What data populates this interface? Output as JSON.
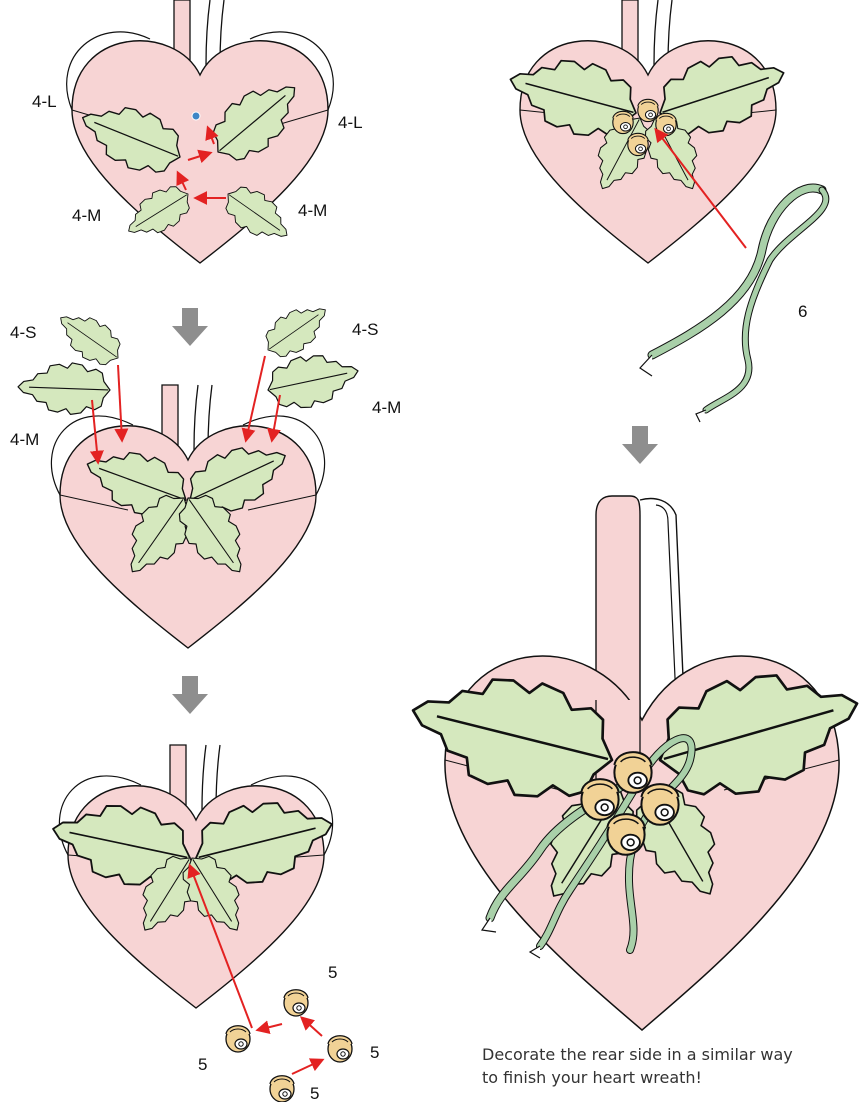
{
  "labels": {
    "step1": {
      "large_left": "4-L",
      "large_right": "4-L",
      "medium_left": "4-M",
      "medium_right": "4-M"
    },
    "step2": {
      "small_left": "4-S",
      "small_right": "4-S",
      "medium_left": "4-M",
      "medium_right": "4-M"
    },
    "step3": {
      "acorn_top": "5",
      "acorn_left": "5",
      "acorn_right": "5",
      "acorn_bottom": "5"
    },
    "step4": {
      "ribbon": "6"
    }
  },
  "caption": {
    "line1": "Decorate the rear side in a similar way",
    "line2": "to finish your heart wreath!"
  },
  "colors": {
    "heart_fill": "#f7d4d4",
    "leaf_fill": "#d5e8be",
    "ribbon_fill": "#a9d0a9",
    "acorn_fill": "#f1d296",
    "arrow_red": "#e32222",
    "step_arrow_gray": "#8e8e8e",
    "pin_blue": "#3e86c6"
  }
}
